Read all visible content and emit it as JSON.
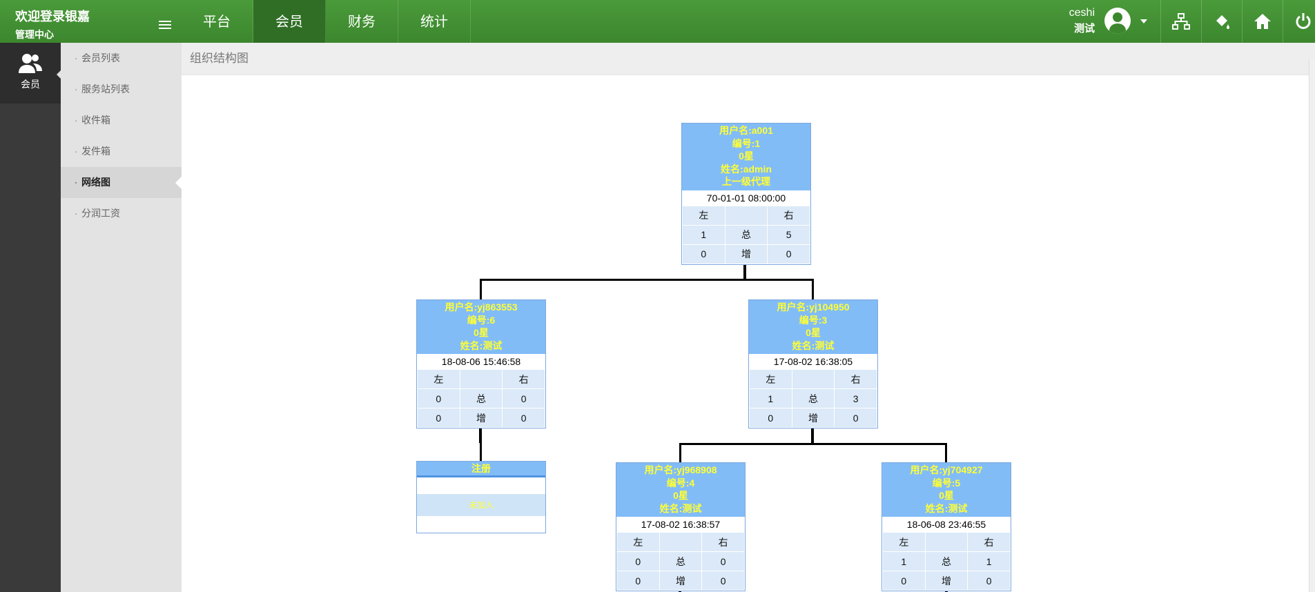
{
  "brand": {
    "title": "欢迎登录银嘉",
    "subtitle": "管理中心"
  },
  "nav": {
    "tabs": [
      {
        "label": "平台"
      },
      {
        "label": "会员"
      },
      {
        "label": "财务"
      },
      {
        "label": "统计"
      }
    ],
    "active": "会员"
  },
  "user": {
    "name": "ceshi",
    "role": "测试"
  },
  "toolbar": {
    "icons": [
      "sitemap-icon",
      "paint-bucket-icon",
      "home-icon",
      "power-icon"
    ]
  },
  "rail": {
    "label": "会员",
    "icon": "users-icon"
  },
  "sidebar": {
    "items": [
      {
        "label": "会员列表"
      },
      {
        "label": "服务站列表"
      },
      {
        "label": "收件箱"
      },
      {
        "label": "发件箱"
      },
      {
        "label": "网络图"
      },
      {
        "label": "分润工资"
      }
    ],
    "active": "网络图"
  },
  "breadcrumb": "组织结构图",
  "tree": {
    "root": {
      "username": "用户名:a001",
      "number": "编号:1",
      "stars": "0星",
      "name": "姓名:admin",
      "extra": "上一级代理",
      "date": "70-01-01 08:00:00",
      "left": "左",
      "right": "右",
      "total": "总",
      "incr": "增",
      "left_total": "1",
      "right_total": "5",
      "left_incr": "0",
      "right_incr": "0"
    },
    "n1": {
      "username": "用户名:yj863553",
      "number": "编号:6",
      "stars": "0星",
      "name": "姓名:测试",
      "date": "18-08-06 15:46:58",
      "left": "左",
      "right": "右",
      "total": "总",
      "incr": "增",
      "left_total": "0",
      "right_total": "0",
      "left_incr": "0",
      "right_incr": "0"
    },
    "n2": {
      "username": "用户名:yj104950",
      "number": "编号:3",
      "stars": "0星",
      "name": "姓名:测试",
      "date": "17-08-02 16:38:05",
      "left": "左",
      "right": "右",
      "total": "总",
      "incr": "增",
      "left_total": "1",
      "right_total": "3",
      "left_incr": "0",
      "right_incr": "0"
    },
    "register": {
      "label": "注册",
      "status": "未加入"
    },
    "n3": {
      "username": "用户名:yj968908",
      "number": "编号:4",
      "stars": "0星",
      "name": "姓名:测试",
      "date": "17-08-02 16:38:57",
      "left": "左",
      "right": "右",
      "total": "总",
      "incr": "增",
      "left_total": "0",
      "right_total": "0",
      "left_incr": "0",
      "right_incr": "0"
    },
    "n4": {
      "username": "用户名:yj704927",
      "number": "编号:5",
      "stars": "0星",
      "name": "姓名:测试",
      "date": "18-06-08 23:46:55",
      "left": "左",
      "right": "右",
      "total": "总",
      "incr": "增",
      "left_total": "1",
      "right_total": "1",
      "left_incr": "0",
      "right_incr": "0"
    }
  }
}
